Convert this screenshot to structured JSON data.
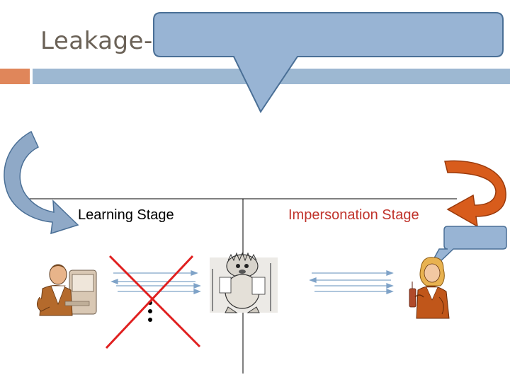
{
  "slide": {
    "title": "Leakage-"
  },
  "stages": {
    "learning": "Learning Stage",
    "impersonation": "Impersonation Stage"
  },
  "colors": {
    "title_text": "#6b6257",
    "accent_orange": "#e0865a",
    "accent_blue": "#9db8d2",
    "callout_fill": "#98b4d4",
    "callout_stroke": "#4a6f96",
    "learning_arrow": "#8fa9c7",
    "impersonation_arrow": "#d85c1c",
    "cross": "#e02020",
    "message_arrow": "#7fa3c8",
    "impersonation_label": "#c0332b"
  },
  "icons": [
    "office-worker-at-computer-icon",
    "attacker-creature-icon",
    "woman-on-phone-icon"
  ]
}
